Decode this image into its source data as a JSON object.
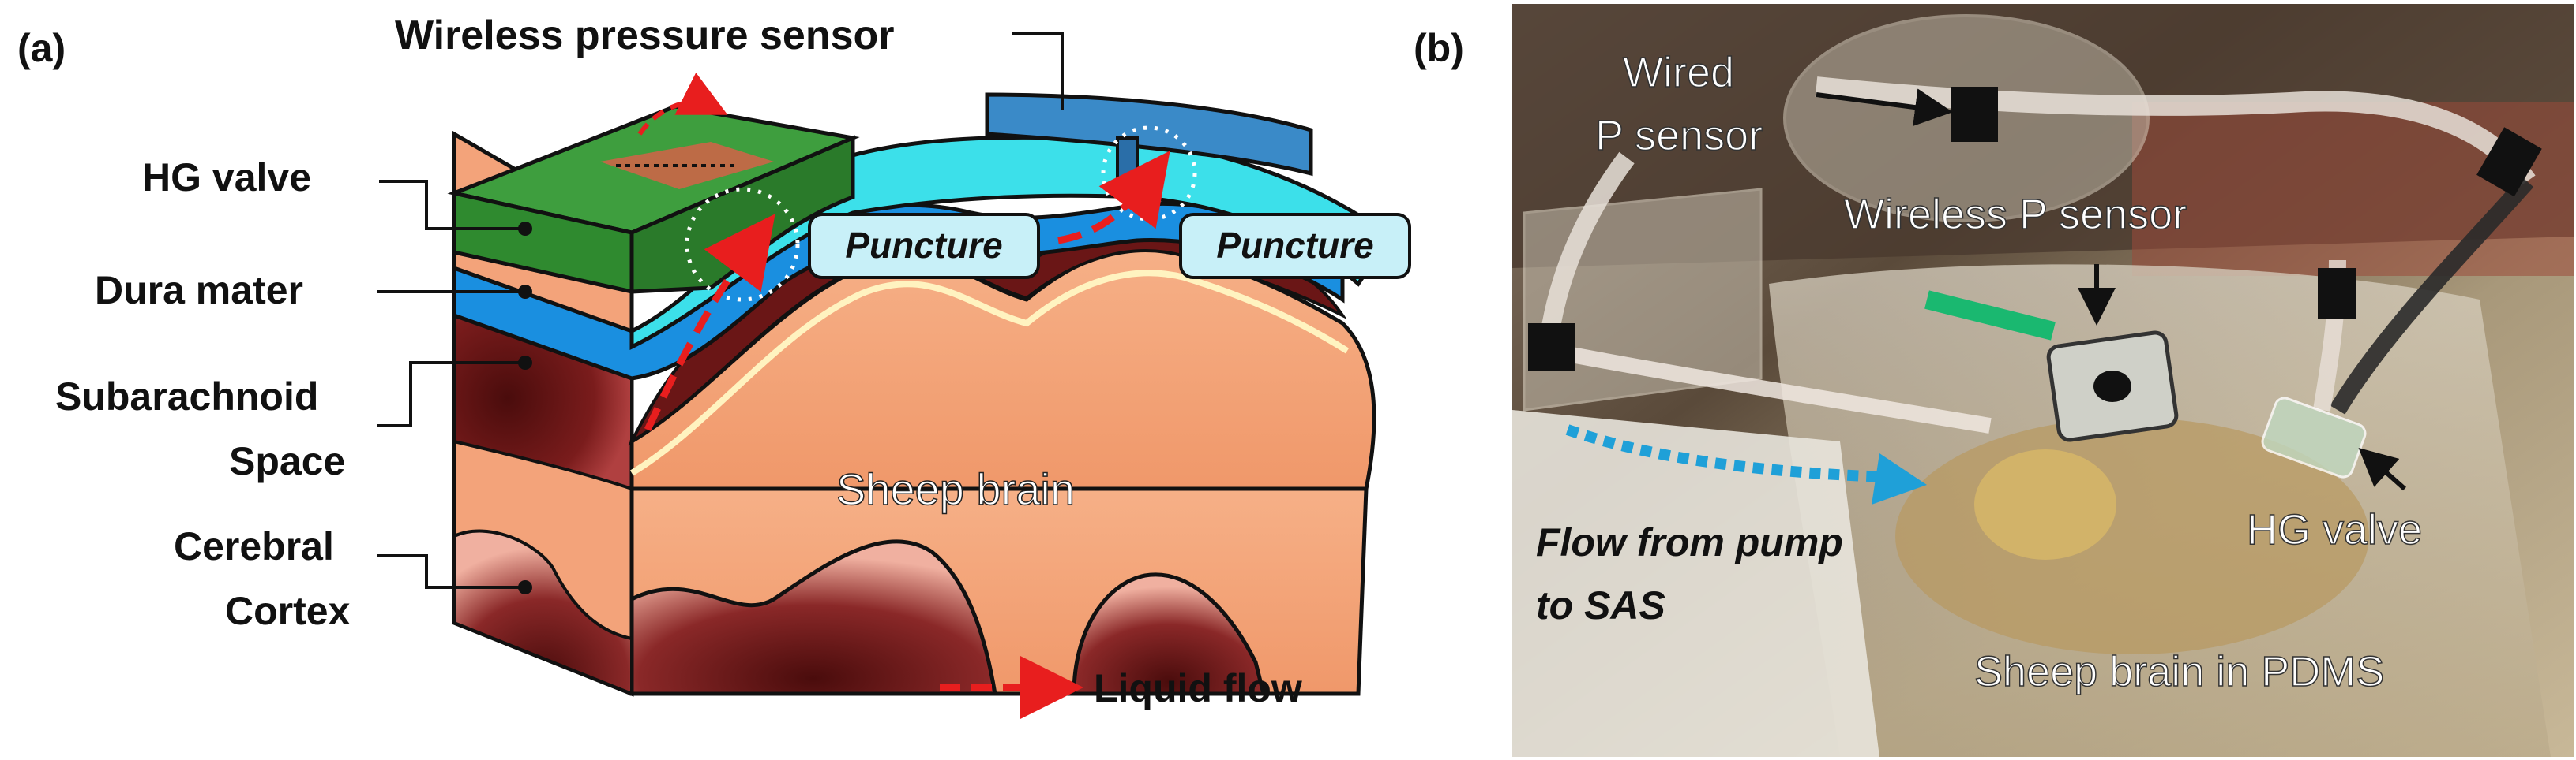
{
  "panel_a": {
    "label": "(a)",
    "title_sensor": "Wireless pressure sensor",
    "layers": {
      "hg_valve": "HG valve",
      "dura_mater": "Dura mater",
      "subarachnoid_1": "Subarachnoid",
      "subarachnoid_2": "Space",
      "cortex_1": "Cerebral",
      "cortex_2": "Cortex"
    },
    "puncture_left": "Puncture",
    "puncture_right": "Puncture",
    "brain_label": "Sheep brain",
    "legend_label": "Liquid flow",
    "colors": {
      "valve_top": "#3a9a3a",
      "valve_front": "#2d7d2d",
      "dura": "#1a8fe0",
      "membrane": "#38e0e8",
      "sas": "#6e1818",
      "brain": "#f5a878",
      "cortex_dark": "#5a1010",
      "sensor": "#3a8ac8",
      "flow": "#e81e1e"
    }
  },
  "panel_b": {
    "label": "(b)",
    "wired_sensor_1": "Wired",
    "wired_sensor_2": "P sensor",
    "wireless_sensor": "Wireless P sensor",
    "hg_valve": "HG valve",
    "flow_1": "Flow from pump",
    "flow_2": "to SAS",
    "brain_pdms": "Sheep brain in PDMS",
    "colors": {
      "flow_arrow": "#1fa0d8",
      "photo_bg": "#6a5a48"
    }
  }
}
